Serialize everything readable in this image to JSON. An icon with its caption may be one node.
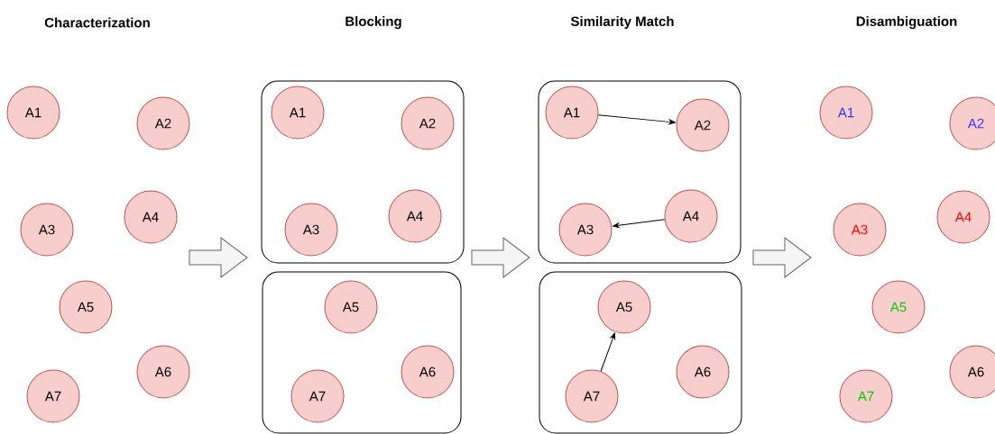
{
  "diagram": {
    "nodes": [
      {
        "text": [
          "A1"
        ]
      },
      {
        "text": [
          "A2"
        ]
      },
      {
        "text": [
          "A3"
        ]
      },
      {
        "text": [
          "A4"
        ]
      },
      {
        "text": [
          "A5"
        ]
      },
      {
        "text": [
          "A6"
        ]
      },
      {
        "text": [
          "A7"
        ]
      },
      {
        "text": [],
        "shape": "box"
      },
      {
        "text": [
          "A1"
        ],
        "in": 7
      },
      {
        "text": [
          "A2"
        ],
        "in": 7
      },
      {
        "text": [
          "A3"
        ],
        "in": 7
      },
      {
        "text": [
          "A4"
        ],
        "in": 7
      },
      {
        "text": [],
        "shape": "box"
      },
      {
        "text": [
          "A5"
        ],
        "in": 12
      },
      {
        "text": [
          "A6"
        ],
        "in": 12
      },
      {
        "text": [
          "A7"
        ],
        "in": 12
      },
      {
        "text": [],
        "shape": "box"
      },
      {
        "text": [
          "A1"
        ],
        "in": 16
      },
      {
        "text": [
          "A2"
        ],
        "in": 16
      },
      {
        "text": [
          "A3"
        ],
        "in": 16
      },
      {
        "text": [
          "A4"
        ],
        "in": 16
      },
      {
        "text": [],
        "shape": "box"
      },
      {
        "text": [
          "A5"
        ],
        "in": 21
      },
      {
        "text": [
          "A6"
        ],
        "in": 21
      },
      {
        "text": [
          "A7"
        ],
        "in": 21
      },
      {
        "text": [
          "A1"
        ]
      },
      {
        "text": [
          "A2"
        ]
      },
      {
        "text": [
          "A3"
        ]
      },
      {
        "text": [
          "A4"
        ]
      },
      {
        "text": [
          "A5"
        ]
      },
      {
        "text": [
          "A6"
        ]
      },
      {
        "text": [
          "A7"
        ]
      }
    ],
    "edges": [
      {
        "from": 17,
        "to": 18,
        "arrow": "to"
      },
      {
        "from": 20,
        "to": 19,
        "arrow": "to"
      },
      {
        "from": 24,
        "to": 22,
        "arrow": "to"
      }
    ],
    "labels": [
      "Characterization",
      "Blocking",
      "Similarity Match",
      "Disambiguation"
    ]
  }
}
